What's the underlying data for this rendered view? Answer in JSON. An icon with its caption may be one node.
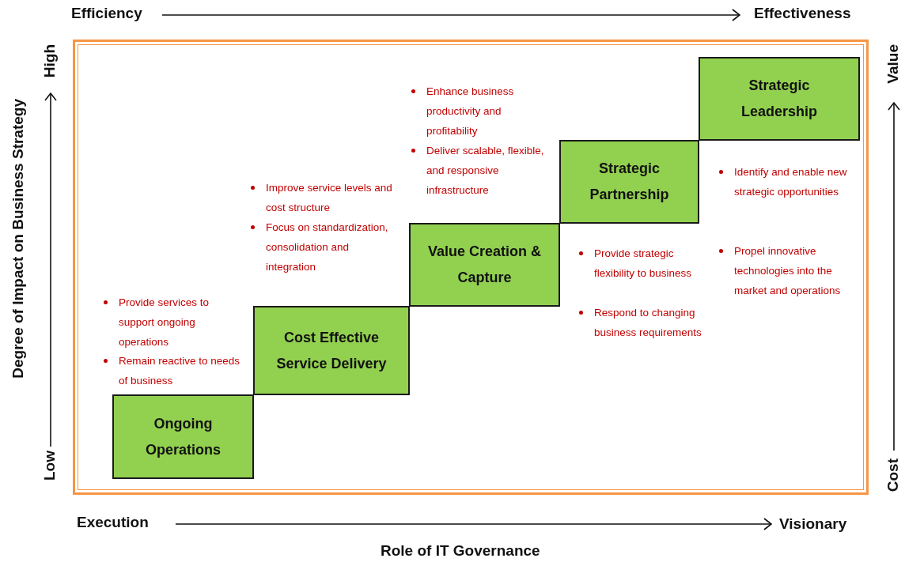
{
  "diagram": {
    "nodes": [
      {
        "text": [
          "Ongoing Operations"
        ]
      },
      {
        "text": [
          "Cost Effective Service Delivery"
        ]
      },
      {
        "text": [
          "Value Creation & Capture"
        ]
      },
      {
        "text": [
          "Strategic Partnership"
        ]
      },
      {
        "text": [
          "Strategic Leadership"
        ]
      }
    ],
    "labels": [
      "Efficiency",
      "Effectiveness",
      "High",
      "Degree of Impact on Business Strategy",
      "Low",
      "Value",
      "Cost",
      "Provide services to support ongoing operations",
      "Remain reactive to needs of business",
      "Improve service levels and cost structure",
      "Focus on standardization, consolidation and integration",
      "Enhance business productivity and profitability",
      "Deliver scalable, flexible, and responsive infrastructure",
      "Provide strategic flexibility to business",
      "Respond to changing business requirements",
      "Identify and enable new strategic opportunities",
      "Propel innovative technologies into the market and operations",
      "Execution",
      "Visionary",
      "Role of IT Governance"
    ]
  }
}
